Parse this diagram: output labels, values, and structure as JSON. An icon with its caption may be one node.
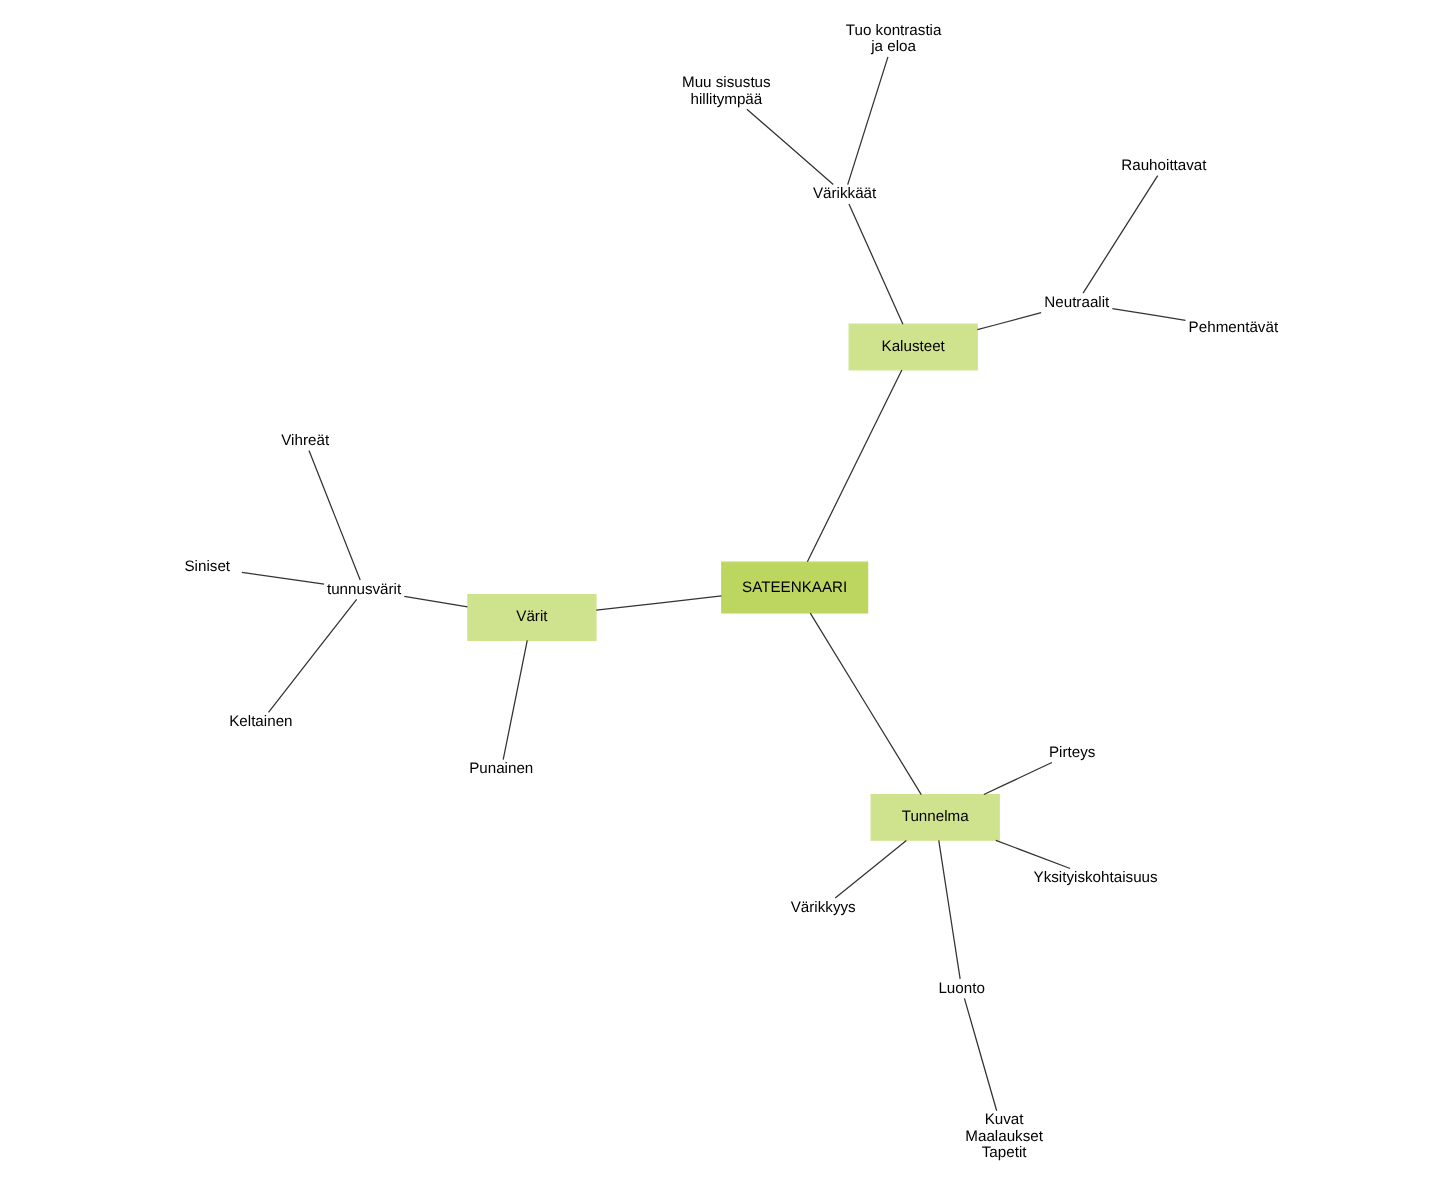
{
  "diagram": {
    "nodes": [
      {
        "text": [
          "SATEENKAARI"
        ]
      },
      {
        "text": [
          "Värit"
        ]
      },
      {
        "text": [
          "tunnusvärit"
        ]
      },
      {
        "text": [
          "Siniset"
        ]
      },
      {
        "text": [
          "Vihreät"
        ]
      },
      {
        "text": [
          "Keltainen"
        ]
      },
      {
        "text": [
          "Punainen"
        ]
      },
      {
        "text": [
          "Tunnelma"
        ]
      },
      {
        "text": [
          "Luonto"
        ]
      },
      {
        "text": [
          "Kuvat",
          "Maalaukset",
          "Tapetit"
        ]
      },
      {
        "text": [
          "Yksityiskohtaisuus"
        ]
      },
      {
        "text": [
          "Värikkyys"
        ]
      },
      {
        "text": [
          "Pirteys"
        ]
      },
      {
        "text": [
          "Kalusteet"
        ]
      },
      {
        "text": [
          "Rauhoittavat"
        ]
      },
      {
        "text": [
          "Neutraalit"
        ]
      },
      {
        "text": [
          "Pehmentävät"
        ]
      },
      {
        "text": [
          "Värikkäät"
        ]
      },
      {
        "text": [
          "Tuo kontrastia ja eloa"
        ]
      },
      {
        "text": [
          "Muu sisustus hillitympää"
        ]
      }
    ],
    "edges": [
      {
        "from": 0,
        "to": 1,
        "arrow": "none"
      },
      {
        "from": 1,
        "to": 2,
        "arrow": "none"
      },
      {
        "from": 2,
        "to": 3,
        "arrow": "none"
      },
      {
        "from": 2,
        "to": 4,
        "arrow": "none"
      },
      {
        "from": 2,
        "to": 5,
        "arrow": "none"
      },
      {
        "from": 1,
        "to": 6,
        "arrow": "none"
      },
      {
        "from": 0,
        "to": 7,
        "arrow": "none"
      },
      {
        "from": 7,
        "to": 8,
        "arrow": "none"
      },
      {
        "from": 8,
        "to": 9,
        "arrow": "none"
      },
      {
        "from": 10,
        "to": 7,
        "arrow": "none"
      },
      {
        "from": 7,
        "to": 11,
        "arrow": "none"
      },
      {
        "from": 7,
        "to": 12,
        "arrow": "none"
      },
      {
        "from": 0,
        "to": 13,
        "arrow": "none"
      },
      {
        "from": 13,
        "to": 15,
        "arrow": "none"
      },
      {
        "from": 15,
        "to": 14,
        "arrow": "none"
      },
      {
        "from": 15,
        "to": 16,
        "arrow": "none"
      },
      {
        "from": 13,
        "to": 17,
        "arrow": "none"
      },
      {
        "from": 17,
        "to": 18,
        "arrow": "none"
      },
      {
        "from": 17,
        "to": 19,
        "arrow": "none"
      }
    ]
  }
}
